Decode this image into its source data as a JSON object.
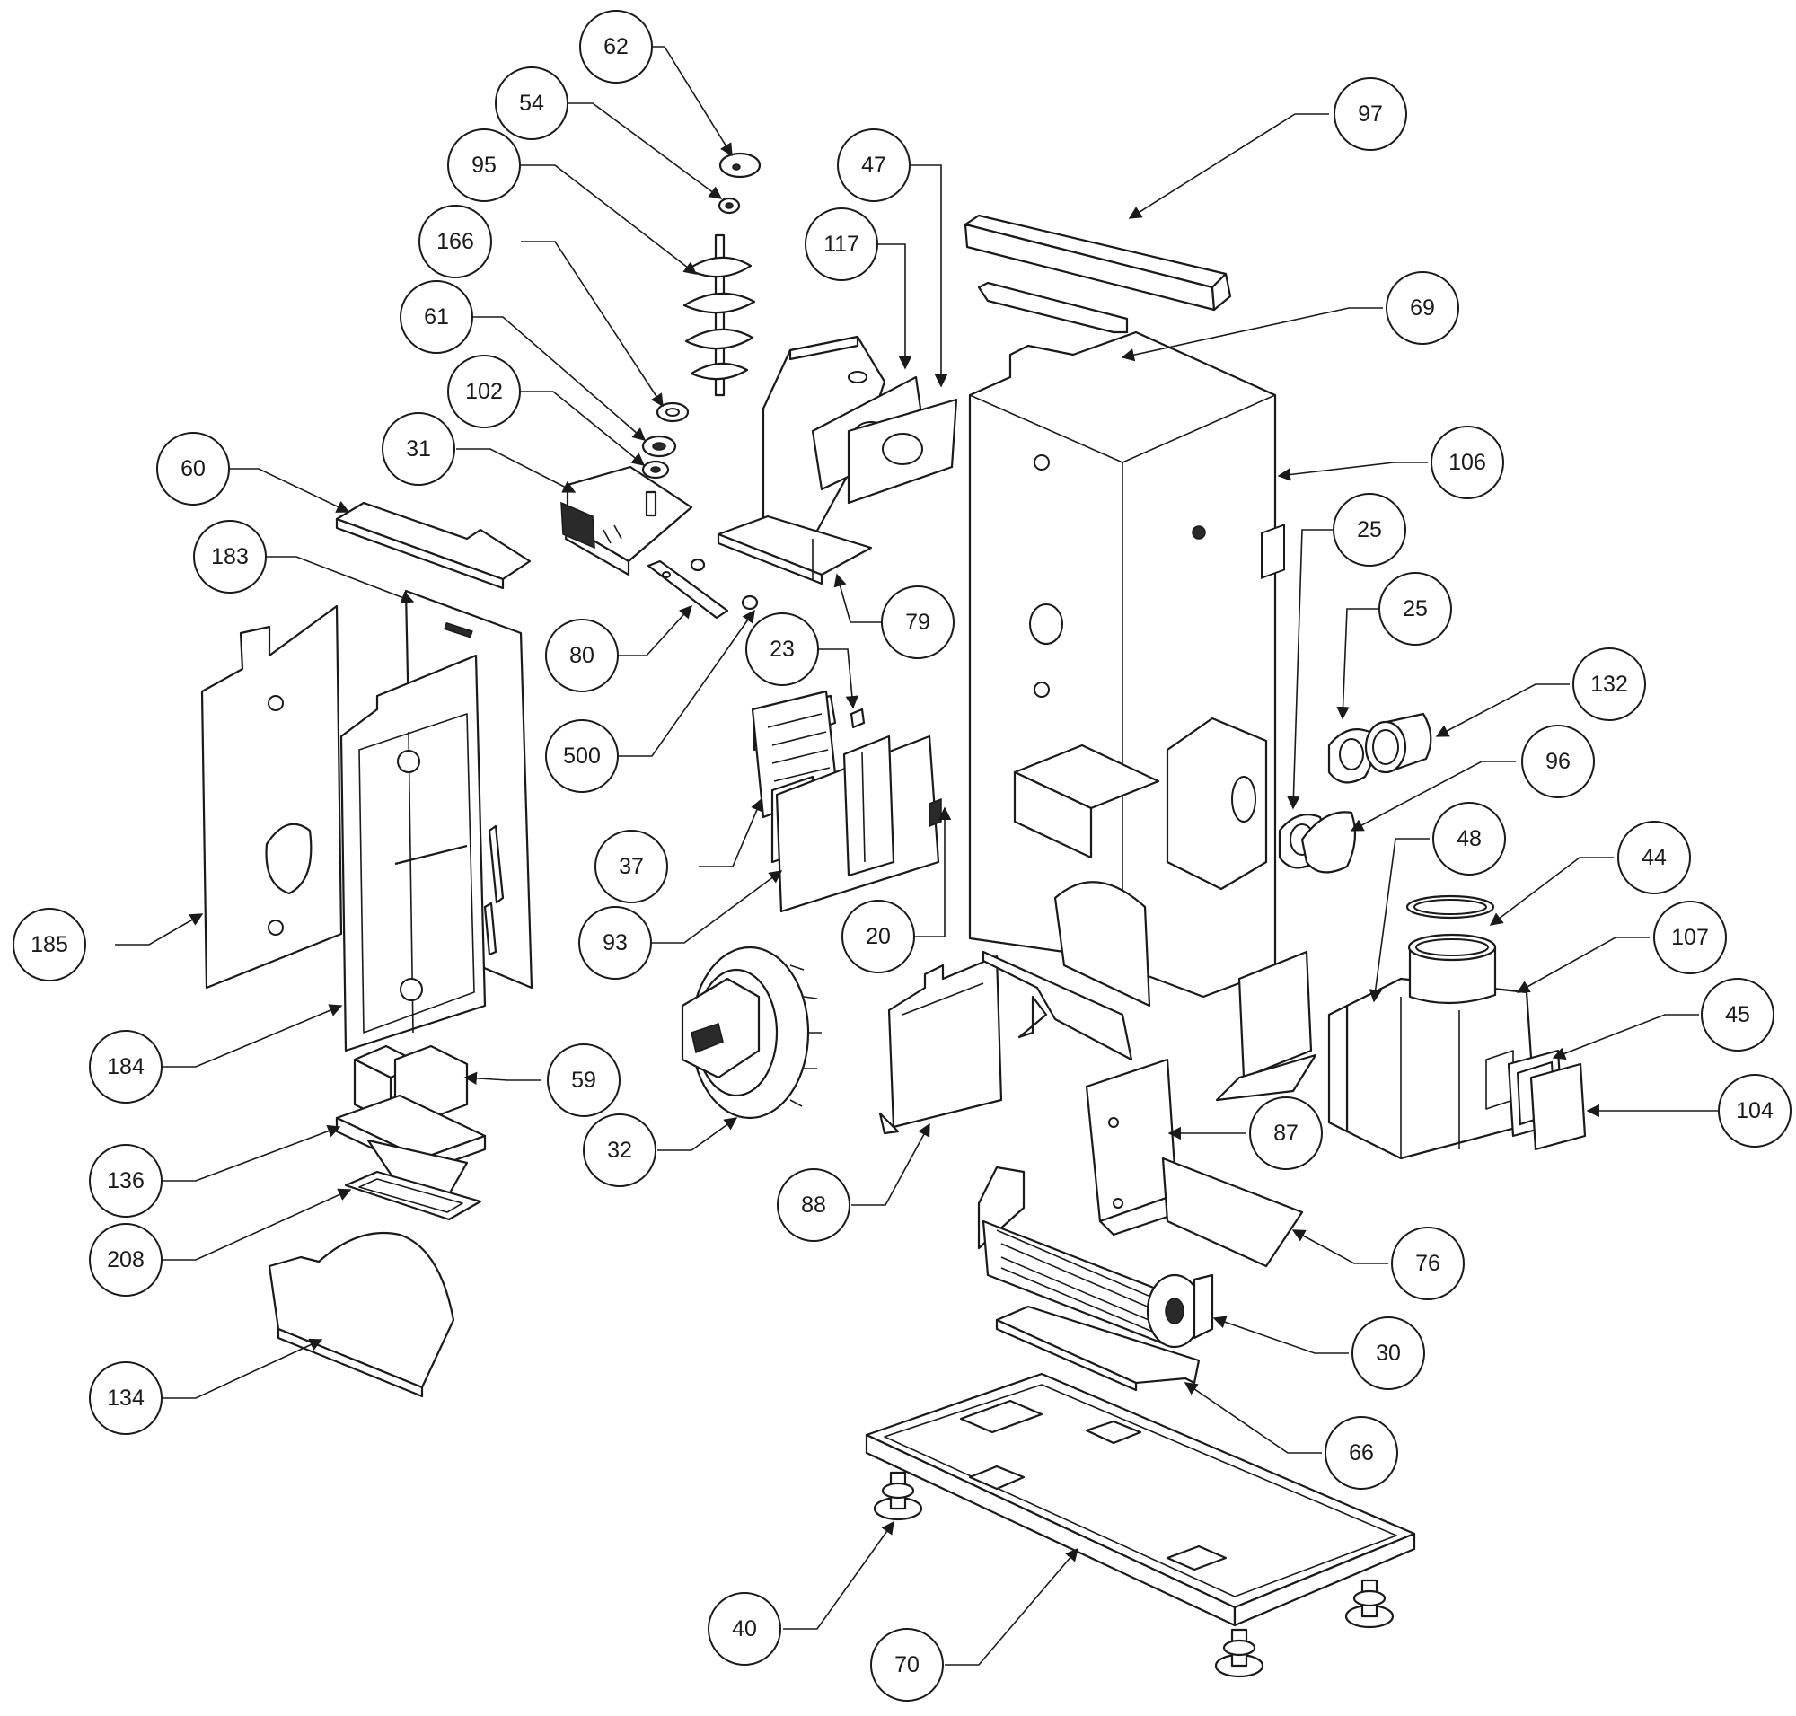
{
  "diagram": {
    "labels": [
      "62",
      "54",
      "95",
      "166",
      "61",
      "102",
      "31",
      "60",
      "183",
      "185",
      "184",
      "59",
      "136",
      "208",
      "134",
      "80",
      "500",
      "47",
      "117",
      "79",
      "23",
      "37",
      "93",
      "20",
      "32",
      "88",
      "97",
      "69",
      "106",
      "25",
      "25",
      "132",
      "96",
      "48",
      "44",
      "107",
      "45",
      "104",
      "87",
      "76",
      "30",
      "66",
      "70",
      "40"
    ]
  },
  "colors": {
    "line": "#1a1a1a",
    "background": "#ffffff"
  }
}
